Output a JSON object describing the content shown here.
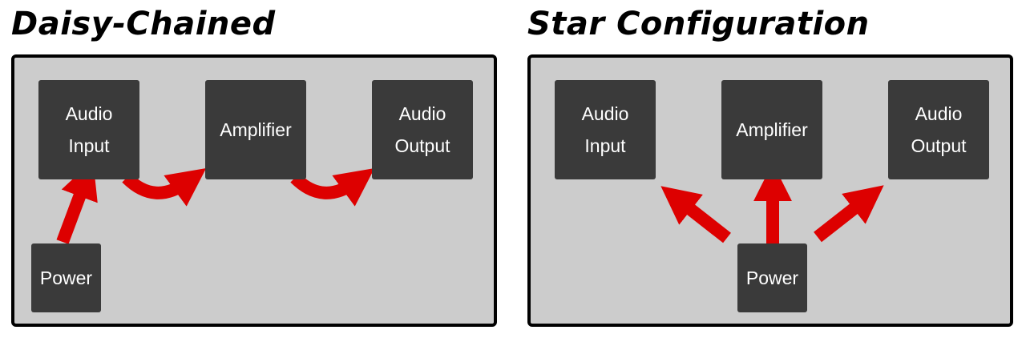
{
  "left": {
    "title": "Daisy-Chained",
    "nodes": {
      "audio_input": "Audio Input",
      "amplifier": "Amplifier",
      "audio_output": "Audio Output",
      "power": "Power"
    }
  },
  "right": {
    "title": "Star Configuration",
    "nodes": {
      "audio_input": "Audio Input",
      "amplifier": "Amplifier",
      "audio_output": "Audio Output",
      "power": "Power"
    }
  },
  "colors": {
    "arrow": "#dd0000",
    "node": "#3a3a3a",
    "panel": "#cccccc"
  }
}
